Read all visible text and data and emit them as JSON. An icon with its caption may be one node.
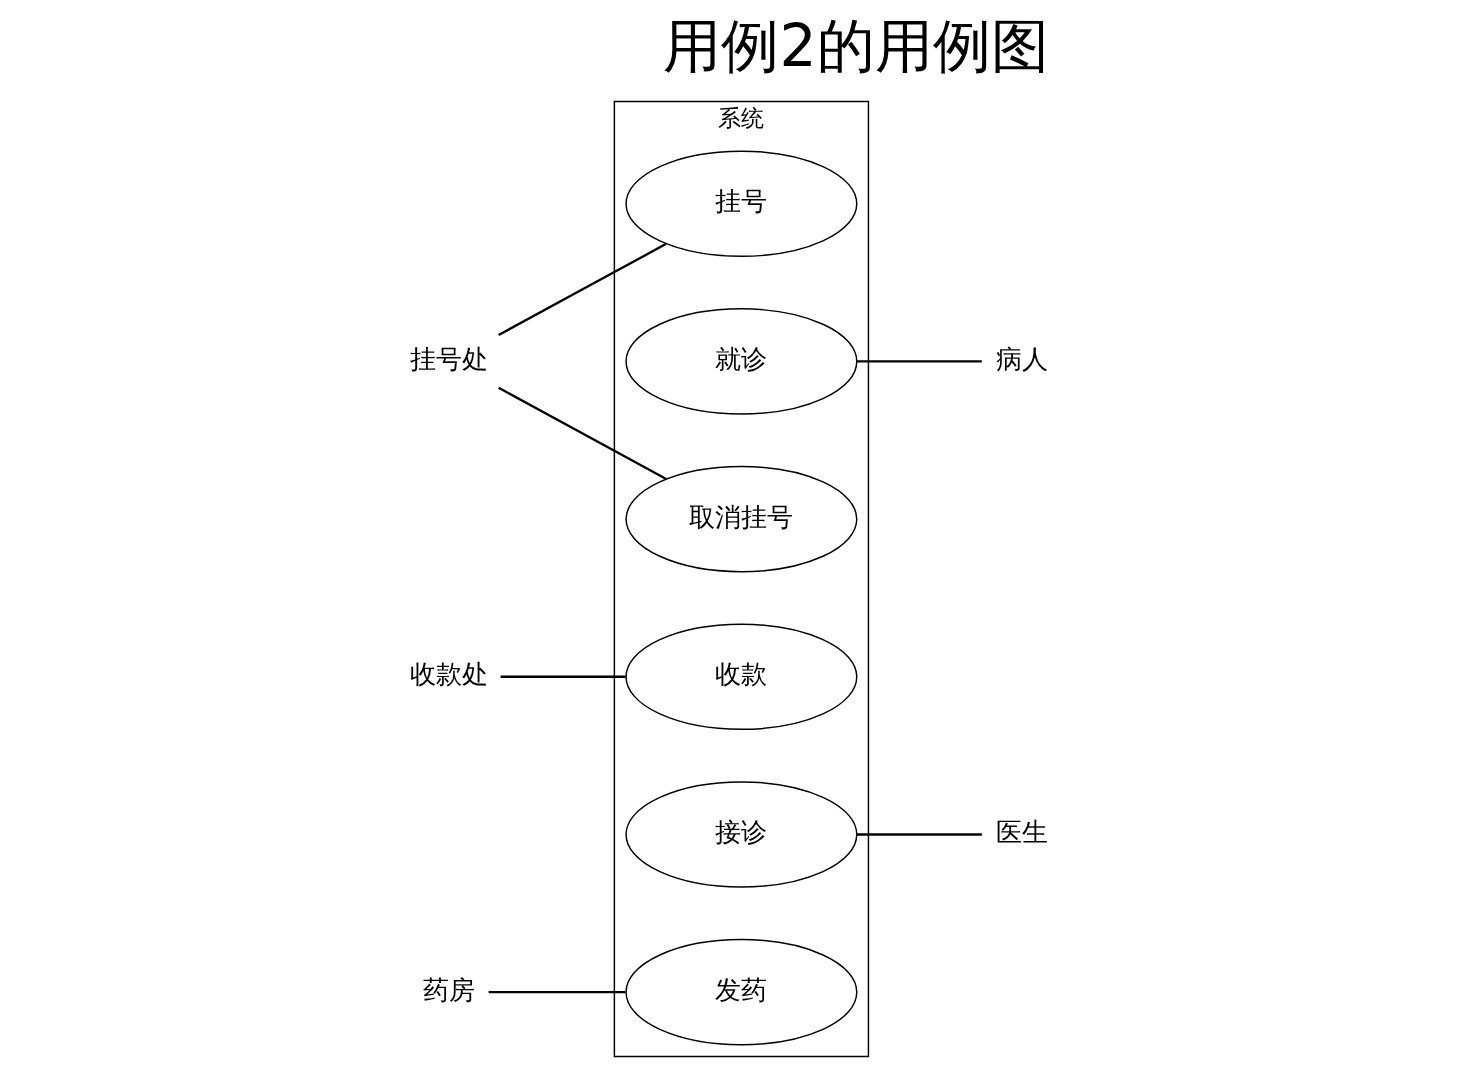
{
  "diagram": {
    "title": "用例2的用例图",
    "nodes": [
      {
        "text": [
          "系统"
        ]
      },
      {
        "text": [
          "挂号"
        ],
        "in": 0
      },
      {
        "text": [
          "挂号处"
        ]
      },
      {
        "text": [
          "就诊"
        ],
        "in": 0
      },
      {
        "text": [
          "取消挂号"
        ],
        "in": 0
      },
      {
        "text": [
          "病人"
        ]
      },
      {
        "text": [
          "收款"
        ],
        "in": 0
      },
      {
        "text": [
          "收款处"
        ]
      },
      {
        "text": [
          "接诊"
        ],
        "in": 0
      },
      {
        "text": [
          "发药"
        ],
        "in": 0
      },
      {
        "text": [
          "医生"
        ]
      },
      {
        "text": [
          "药房"
        ]
      }
    ],
    "edges": [
      {
        "from": 2,
        "to": 1,
        "arrow": "none"
      },
      {
        "from": 2,
        "to": 4,
        "arrow": "none"
      },
      {
        "from": 3,
        "to": 5,
        "arrow": "none"
      },
      {
        "from": 7,
        "to": 6,
        "arrow": "none"
      },
      {
        "from": 8,
        "to": 10,
        "arrow": "none"
      },
      {
        "from": 11,
        "to": 9,
        "arrow": "none"
      }
    ]
  }
}
